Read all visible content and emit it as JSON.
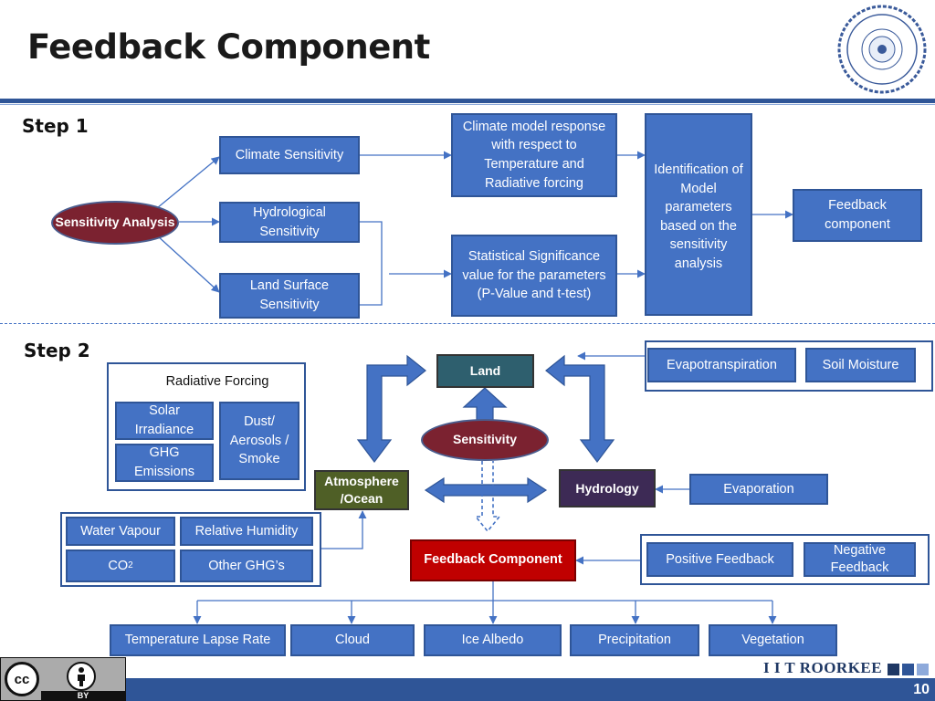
{
  "title": "Feedback Component",
  "step1": {
    "label": "Step 1",
    "sensitivity_analysis": "Sensitivity Analysis",
    "climate_sensitivity": "Climate Sensitivity",
    "hydrological_sensitivity": "Hydrological Sensitivity",
    "land_surface_sensitivity": "Land Surface Sensitivity",
    "climate_model_response": "Climate model response with respect to Temperature and Radiative forcing",
    "statistical_significance": "Statistical Significance value for the parameters (P-Value and t-test)",
    "identification": "Identification of Model parameters based on the sensitivity analysis",
    "feedback_component": "Feedback component"
  },
  "step2": {
    "label": "Step 2",
    "radiative_forcing": "Radiative Forcing",
    "solar_irradiance": "Solar Irradiance",
    "dust_aerosols": "Dust/ Aerosols / Smoke",
    "ghg_emissions": "GHG Emissions",
    "land": "Land",
    "sensitivity": "Sensitivity",
    "atmosphere_ocean": "Atmosphere /Ocean",
    "hydrology": "Hydrology",
    "evapotranspiration": "Evapotranspiration",
    "soil_moisture": "Soil Moisture",
    "evaporation": "Evaporation",
    "water_vapour": "Water Vapour",
    "relative_humidity": "Relative Humidity",
    "co2_main": "CO",
    "co2_sub": "2",
    "other_ghg": "Other GHG’s",
    "feedback_component": "Feedback Component",
    "positive_feedback": "Positive Feedback",
    "negative_feedback": "Negative Feedback",
    "outputs": [
      "Temperature Lapse Rate",
      "Cloud",
      "Ice Albedo",
      "Precipitation",
      "Vegetation"
    ]
  },
  "footer": {
    "brand": "I I T ROORKEE",
    "page_number": "10",
    "license_badge": "BY"
  },
  "colors": {
    "box_blue": "#4472c4",
    "box_border": "#2f5597",
    "ellipse_maroon": "#7b2230",
    "land_teal": "#2e5f6e",
    "atmosphere_olive": "#4f5f26",
    "hydrology_purple": "#3d2a55",
    "feedback_red": "#c00000"
  }
}
